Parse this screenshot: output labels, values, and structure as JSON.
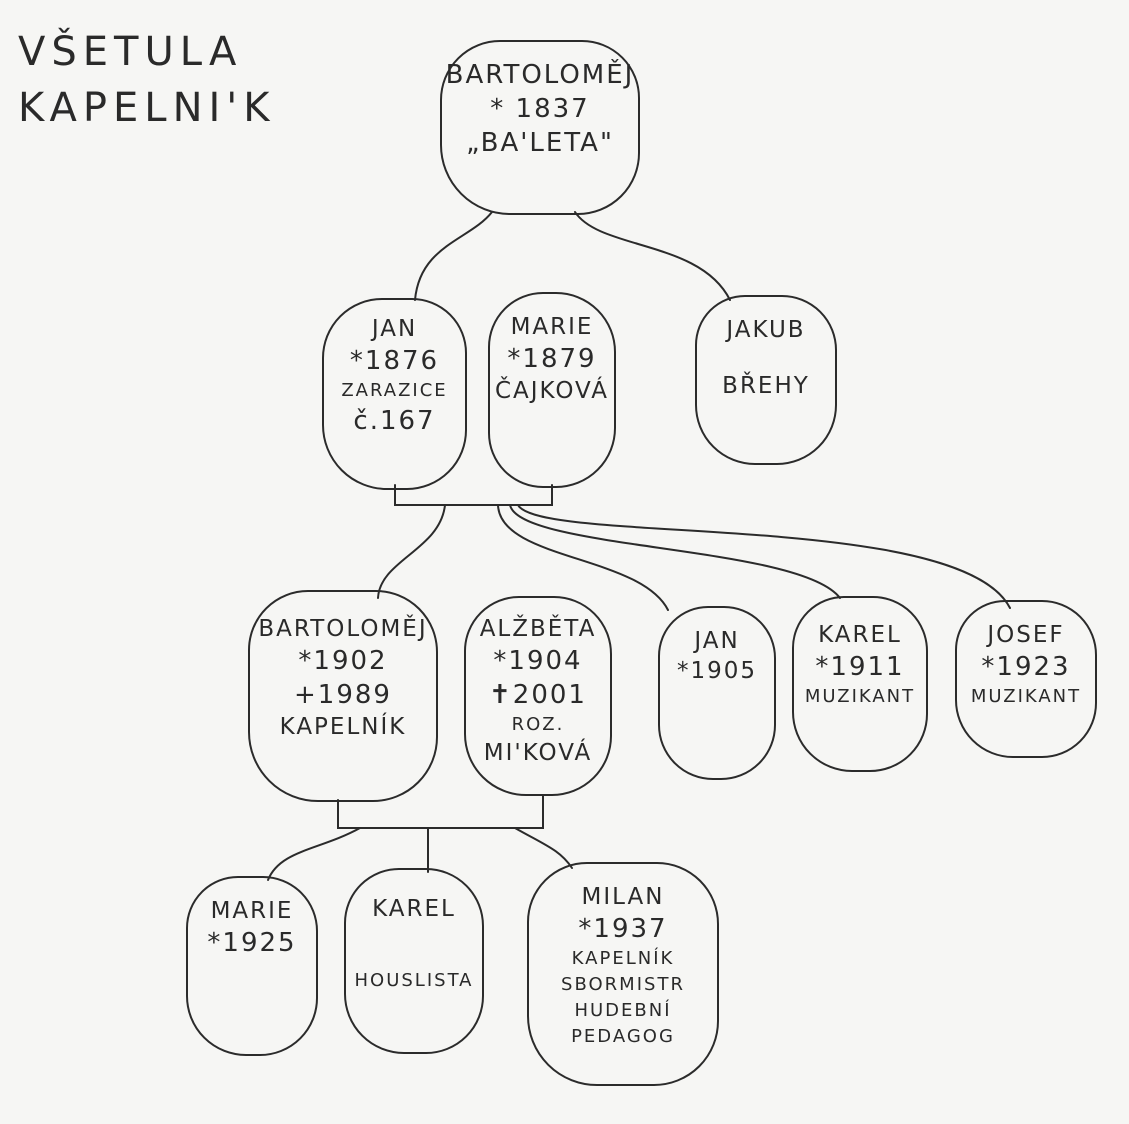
{
  "title": {
    "line1": "VŠETULA",
    "line2": "KAPELNI'K"
  },
  "people": {
    "bartolomej_1837": {
      "name": "BARTOLOMĚJ",
      "born": "* 1837",
      "nick": "„BA'LETA\""
    },
    "jan_1876": {
      "name": "JAN",
      "born": "*1876",
      "place": "ZARAZICE",
      "house": "č.167"
    },
    "marie_1879": {
      "name": "MARIE",
      "born": "*1879",
      "maiden": "ČAJKOVÁ"
    },
    "jakub": {
      "name": "JAKUB",
      "place": "BŘEHY"
    },
    "bartolomej_1902": {
      "name": "BARTOLOMĚJ",
      "born": "*1902",
      "died": "+1989",
      "note": "KAPELNÍK"
    },
    "alzbeta_1904": {
      "name": "ALŽBĚTA",
      "born": "*1904",
      "died": "✝2001",
      "maiden_prefix": "ROZ.",
      "maiden": "MI'KOVÁ"
    },
    "jan_1905": {
      "name": "JAN",
      "born": "*1905"
    },
    "karel_1911": {
      "name": "KAREL",
      "born": "*1911",
      "note": "MUZIKANT"
    },
    "josef_1923": {
      "name": "JOSEF",
      "born": "*1923",
      "note": "MUZIKANT"
    },
    "marie_1925": {
      "name": "MARIE",
      "born": "*1925"
    },
    "karel": {
      "name": "KAREL",
      "note": "HOUSLISTA"
    },
    "milan_1937": {
      "name": "MILAN",
      "born": "*1937",
      "note1": "KAPELNÍK",
      "note2": "SBORMISTR",
      "note3": "HUDEBNÍ",
      "note4": "PEDAGOG"
    }
  },
  "style": {
    "ink": "#2b2b2b",
    "paper": "#f6f6f4"
  }
}
